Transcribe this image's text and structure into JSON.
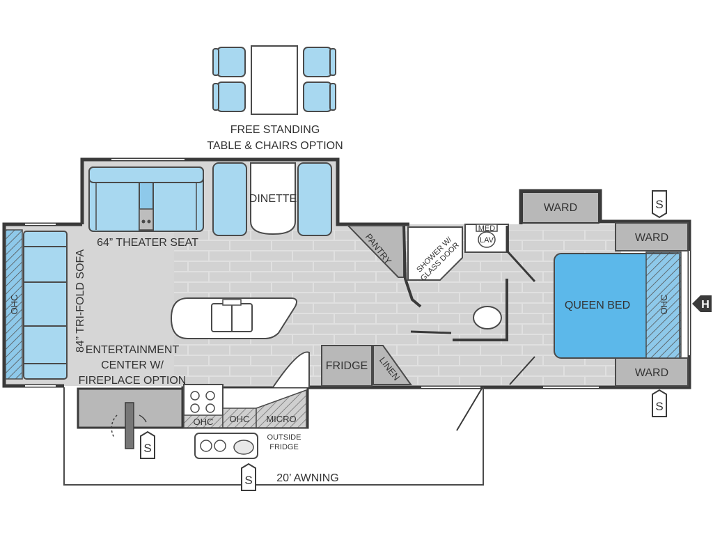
{
  "labels": {
    "free_standing_1": "FREE STANDING",
    "free_standing_2": "TABLE & CHAIRS OPTION",
    "dinette": "DINETTE",
    "theater_seat": "64” THEATER SEAT",
    "tri_fold_sofa": "84” TRI-FOLD SOFA",
    "ohc": "OHC",
    "pantry": "PANTRY",
    "shower_1": "SHOWER W/",
    "shower_2": "GLASS DOOR",
    "med": "MED",
    "lav": "LAV",
    "ward": "WARD",
    "queen_bed": "QUEEN BED",
    "entertainment_1": "ENTERTAINMENT",
    "entertainment_2": "CENTER W/",
    "entertainment_3": "FIREPLACE OPTION",
    "fridge": "FRIDGE",
    "linen": "LINEN",
    "micro": "MICRO",
    "outside_fridge_1": "OUTSIDE",
    "outside_fridge_2": "FRIDGE",
    "awning": "20’ AWNING",
    "s_marker": "S",
    "h_marker": "H"
  },
  "colors": {
    "wall": "#3a3a3a",
    "floor": "#dcdcdc",
    "cabinet": "#b8b8b8",
    "furniture": "#a8d8f0",
    "bed": "#5cb8ea",
    "outline": "#4a4a4a"
  }
}
